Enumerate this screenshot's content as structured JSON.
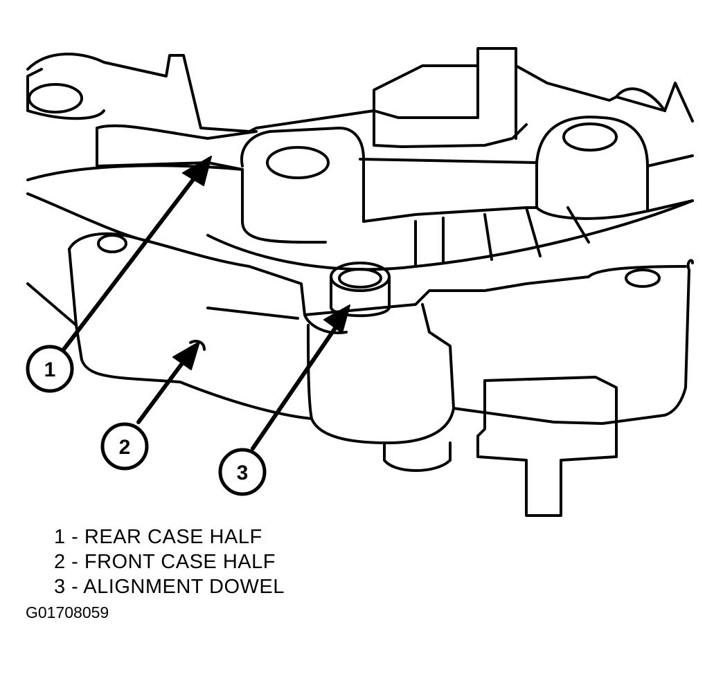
{
  "callouts": [
    {
      "number": "1",
      "label": "REAR CASE HALF"
    },
    {
      "number": "2",
      "label": "FRONT CASE HALF"
    },
    {
      "number": "3",
      "label": "ALIGNMENT DOWEL"
    }
  ],
  "legend": [
    "1 - REAR CASE HALF",
    "2 - FRONT CASE HALF",
    "3 - ALIGNMENT DOWEL"
  ],
  "figure_code": "G01708059"
}
